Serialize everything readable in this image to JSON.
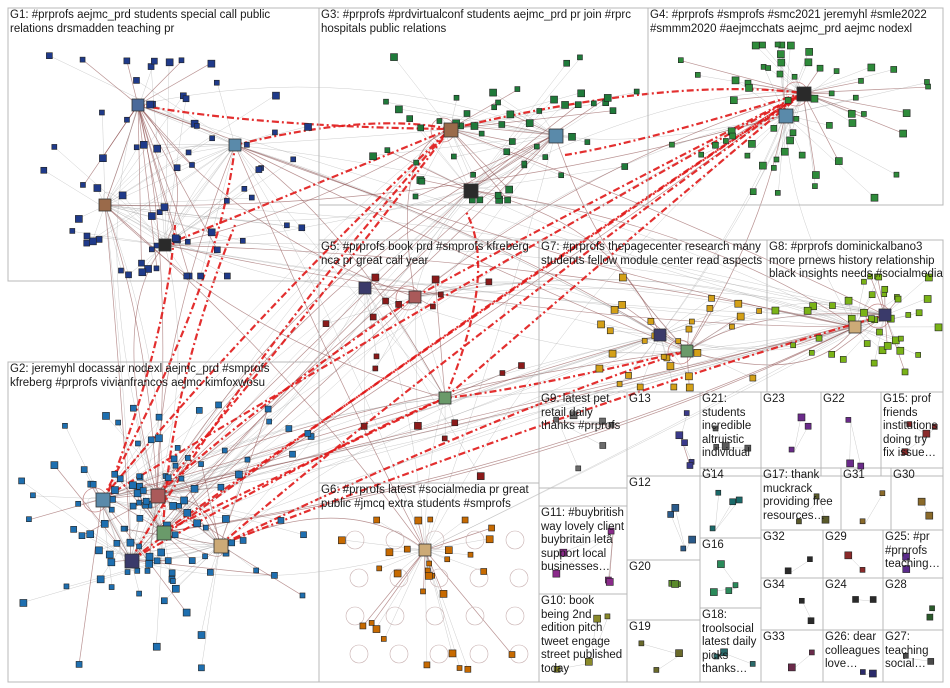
{
  "groups": [
    {
      "id": "G1",
      "label": "G1: #prprofs aejmc_prd students special call public relations drsmadden teaching pr",
      "color": "#1f3a8a"
    },
    {
      "id": "G3",
      "label": "G3: #prprofs #prdvirtualconf students aejmc_prd pr join #rprc hospitals public relations",
      "color": "#1f7a3a"
    },
    {
      "id": "G4",
      "label": "G4: #prprofs #smprofs #smc2021 jeremyhl #smle2022 #smmm2020 #aejmcchats aejmc_prd aejmc nodexl",
      "color": "#2e8b3a"
    },
    {
      "id": "G2",
      "label": "G2: jeremyhl docassar nodexl aejmc_prd #smprofs kfreberg #prprofs vivianfrancos aejmc kimfoxwosu",
      "color": "#1e6fb0"
    },
    {
      "id": "G5",
      "label": "G5: #prprofs book prd #smprofs kfreberg nca pr great call year",
      "color": "#8b1a1a"
    },
    {
      "id": "G7",
      "label": "G7: #prprofs thepagecenter research many students fellow module center read aspects",
      "color": "#d4a017"
    },
    {
      "id": "G8",
      "label": "G8: #prprofs dominickalbano3 more prnews history relationship black insights needs #socialmedia",
      "color": "#7ab317"
    },
    {
      "id": "G6",
      "label": "G6: #prprofs latest #socialmedia pr great public #jmcq extra students #smprofs",
      "color": "#c76a00"
    },
    {
      "id": "G9",
      "label": "G9: latest pet retail daily thanks #prprofs",
      "color": "#6b6b6b"
    },
    {
      "id": "G13",
      "label": "G13",
      "color": "#3a3a8a"
    },
    {
      "id": "G21",
      "label": "G21: students incredible altruistic individual…",
      "color": "#5a5a5a"
    },
    {
      "id": "G23",
      "label": "G23",
      "color": "#6a2a8a"
    },
    {
      "id": "G22",
      "label": "G22",
      "color": "#6a2a8a"
    },
    {
      "id": "G15",
      "label": "G15: prof friends institutions doing try fix issue…",
      "color": "#8a2a2a"
    },
    {
      "id": "G11",
      "label": "G11: #buybritish way lovely client buybritain letâ support local businesses…",
      "color": "#8a2a8a"
    },
    {
      "id": "G12",
      "label": "G12",
      "color": "#2a5a8a"
    },
    {
      "id": "G14",
      "label": "G14",
      "color": "#1a6a6a"
    },
    {
      "id": "G17",
      "label": "G17: thank muckrack providing free resources…",
      "color": "#5a5a2a"
    },
    {
      "id": "G31",
      "label": "G31",
      "color": "#8a6a2a"
    },
    {
      "id": "G30",
      "label": "G30",
      "color": "#8a6a2a"
    },
    {
      "id": "G20",
      "label": "G20",
      "color": "#5a8a2a"
    },
    {
      "id": "G16",
      "label": "G16",
      "color": "#2a8a5a"
    },
    {
      "id": "G32",
      "label": "G32",
      "color": "#2a2a2a"
    },
    {
      "id": "G29",
      "label": "G29",
      "color": "#8a2a2a"
    },
    {
      "id": "G25",
      "label": "G25: #pr #prprofs teaching…",
      "color": "#5a2a8a"
    },
    {
      "id": "G10",
      "label": "G10: book being 2nd edition pitch tweet engage street published today",
      "color": "#8a8a2a"
    },
    {
      "id": "G34",
      "label": "G34",
      "color": "#2a2a2a"
    },
    {
      "id": "G24",
      "label": "G24",
      "color": "#2a2a2a"
    },
    {
      "id": "G28",
      "label": "G28",
      "color": "#2a5a2a"
    },
    {
      "id": "G19",
      "label": "G19",
      "color": "#6a6a2a"
    },
    {
      "id": "G18",
      "label": "G18: troolsocial latest daily picks thanks…",
      "color": "#2a6a6a"
    },
    {
      "id": "G33",
      "label": "G33",
      "color": "#6a2a4a"
    },
    {
      "id": "G26",
      "label": "G26: dear colleagues love…",
      "color": "#2a2a6a"
    },
    {
      "id": "G27",
      "label": "G27: teaching social…",
      "color": "#4a4a4a"
    }
  ],
  "colors": {
    "highlight_edge": "#e01818",
    "edge": "#9a9a9a",
    "box_border": "#b8b8b8"
  }
}
